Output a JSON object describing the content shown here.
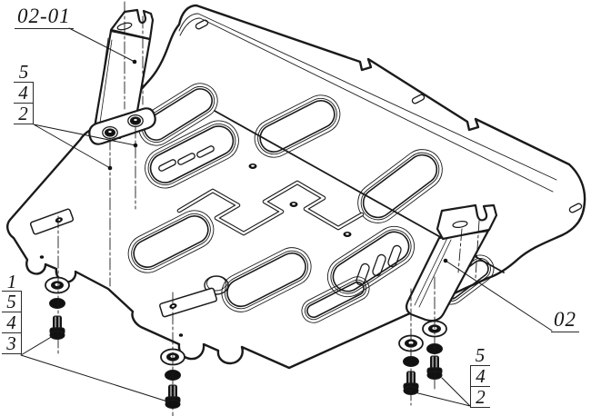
{
  "drawing": {
    "title_hint": "skid-plate installation drawing",
    "colors": {
      "line": "#1a1a1a",
      "background": "#ffffff",
      "fill_dark": "#111111"
    },
    "callouts": {
      "bracket_left_label": "02-01",
      "bracket_right_label": "02",
      "stack_top_left": [
        "5",
        "4",
        "2"
      ],
      "stack_bottom_left": [
        "1",
        "5",
        "4",
        "3"
      ],
      "stack_bottom_right": [
        "5",
        "4",
        "2"
      ]
    }
  }
}
